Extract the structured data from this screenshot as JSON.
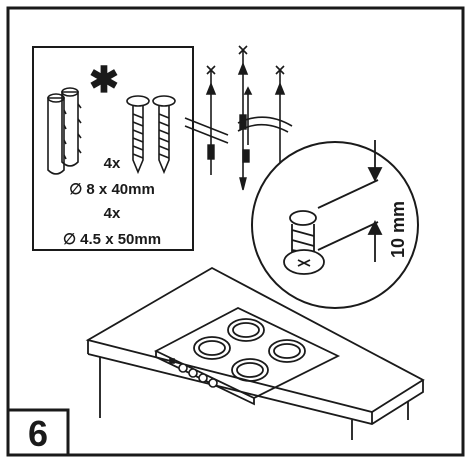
{
  "step": {
    "number": "6"
  },
  "parts_box": {
    "marker": "✱",
    "anchor_qty": "4x",
    "anchor_size": "∅ 8 x 40mm",
    "screw_qty": "4x",
    "screw_size": "∅ 4.5 x 50mm"
  },
  "detail": {
    "dimension": "10 mm"
  },
  "colors": {
    "line": "#1a1a1a",
    "background": "#ffffff"
  }
}
